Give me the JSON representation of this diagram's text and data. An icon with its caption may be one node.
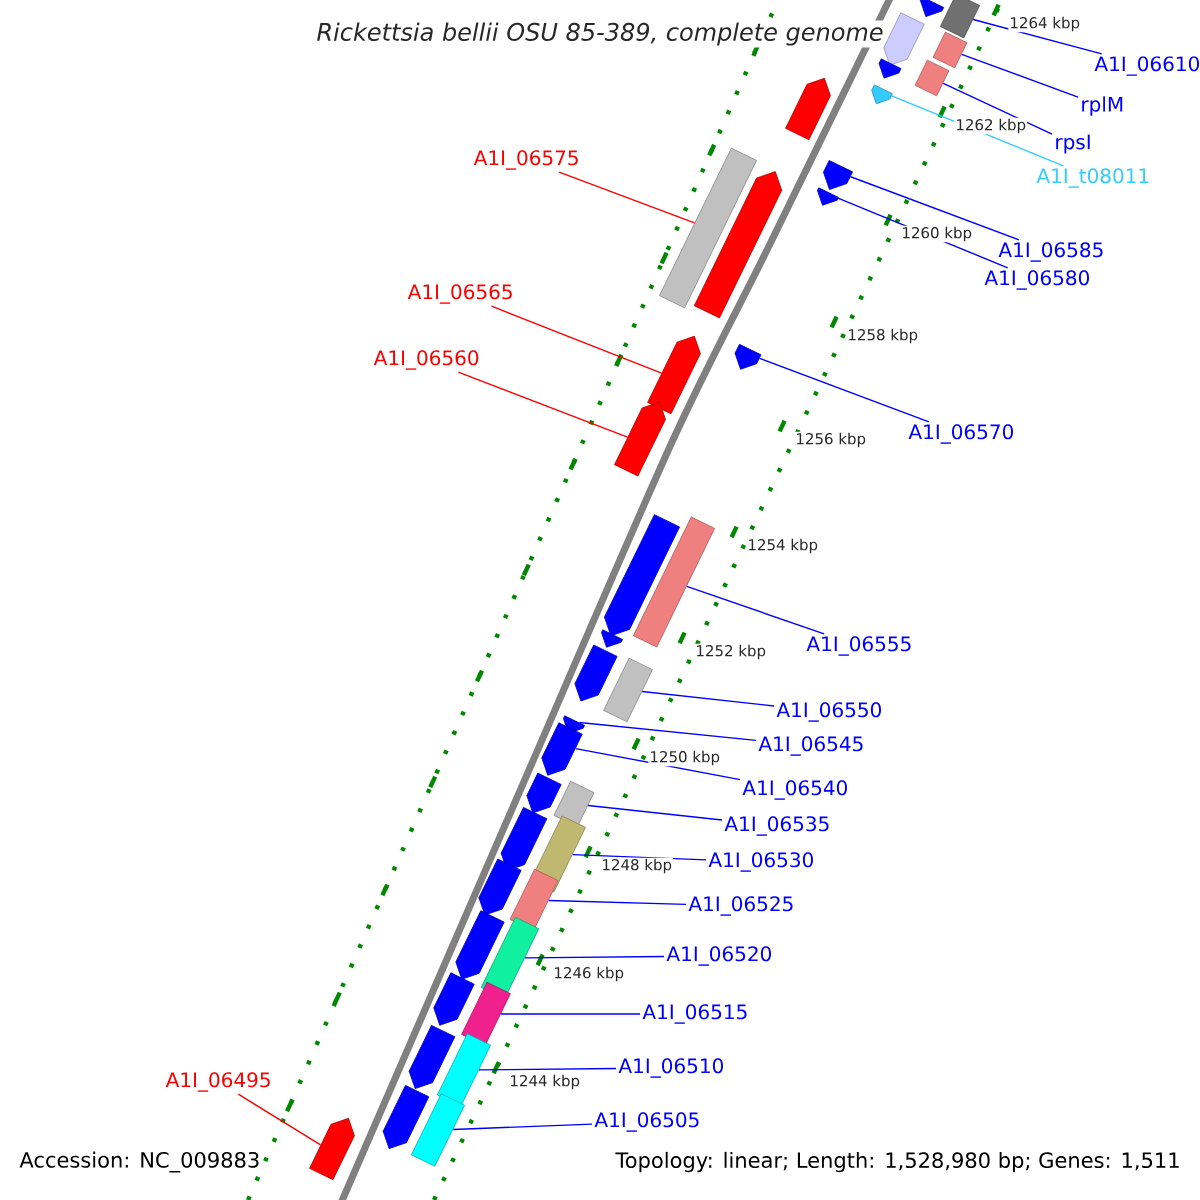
{
  "diagram": {
    "title": "Rickettsia bellii OSU 85-389, complete genome",
    "nodes": [
      {
        "text": [
          "A1I_06610"
        ]
      },
      {
        "text": [],
        "shape": "box"
      },
      {
        "text": [
          "rplM"
        ]
      },
      {
        "text": [],
        "shape": "box"
      },
      {
        "text": [
          "rpsI"
        ]
      },
      {
        "text": [],
        "shape": "box"
      },
      {
        "text": [
          "A1I_t08011"
        ]
      },
      {
        "text": [],
        "shape": "pentagon"
      },
      {
        "text": [
          "A1I_06585"
        ]
      },
      {
        "text": [],
        "shape": "pentagon"
      },
      {
        "text": [
          "A1I_06580"
        ]
      },
      {
        "text": [],
        "shape": "pentagon"
      },
      {
        "text": [
          "A1I_06575"
        ]
      },
      {
        "text": [],
        "shape": "box"
      },
      {
        "text": [
          "A1I_06565"
        ]
      },
      {
        "text": [],
        "shape": "pentagon"
      },
      {
        "text": [
          "A1I_06560"
        ]
      },
      {
        "text": [],
        "shape": "pentagon"
      },
      {
        "text": [
          "A1I_06570"
        ]
      },
      {
        "text": [],
        "shape": "pentagon"
      },
      {
        "text": [
          "A1I_06555"
        ]
      },
      {
        "text": [],
        "shape": "box"
      },
      {
        "text": [
          "A1I_06550"
        ]
      },
      {
        "text": [],
        "shape": "box"
      },
      {
        "text": [
          "A1I_06545"
        ]
      },
      {
        "text": [],
        "shape": "pentagon"
      },
      {
        "text": [
          "A1I_06540"
        ]
      },
      {
        "text": [],
        "shape": "pentagon"
      },
      {
        "text": [
          "A1I_06535"
        ]
      },
      {
        "text": [],
        "shape": "box"
      },
      {
        "text": [
          "A1I_06530"
        ]
      },
      {
        "text": [],
        "shape": "box"
      },
      {
        "text": [
          "A1I_06525"
        ]
      },
      {
        "text": [],
        "shape": "box"
      },
      {
        "text": [
          "A1I_06520"
        ]
      },
      {
        "text": [],
        "shape": "box"
      },
      {
        "text": [
          "A1I_06515"
        ]
      },
      {
        "text": [],
        "shape": "box"
      },
      {
        "text": [
          "A1I_06510"
        ]
      },
      {
        "text": [],
        "shape": "box"
      },
      {
        "text": [
          "A1I_06505"
        ]
      },
      {
        "text": [],
        "shape": "box"
      },
      {
        "text": [
          "A1I_06495"
        ]
      },
      {
        "text": [],
        "shape": "pentagon"
      },
      {
        "text": [],
        "shape": "pentagon"
      },
      {
        "text": [],
        "shape": "pentagon"
      },
      {
        "text": [],
        "shape": "pentagon"
      },
      {
        "text": [],
        "shape": "pentagon"
      },
      {
        "text": [],
        "shape": "pentagon"
      },
      {
        "text": [],
        "shape": "pentagon"
      },
      {
        "text": [],
        "shape": "pentagon"
      },
      {
        "text": [],
        "shape": "pentagon"
      },
      {
        "text": [],
        "shape": "pentagon"
      },
      {
        "text": [],
        "shape": "pentagon"
      },
      {
        "text": [],
        "shape": "pentagon"
      },
      {
        "text": [],
        "shape": "pentagon"
      },
      {
        "text": [],
        "shape": "pentagon"
      },
      {
        "text": [],
        "shape": "pentagon"
      },
      {
        "text": [],
        "shape": "pentagon"
      }
    ],
    "edges": [
      {
        "from": 0,
        "to": 1,
        "arrow": "none"
      },
      {
        "from": 2,
        "to": 3,
        "arrow": "none"
      },
      {
        "from": 4,
        "to": 5,
        "arrow": "none"
      },
      {
        "from": 6,
        "to": 7,
        "arrow": "none",
        "color": "#33ccff"
      },
      {
        "from": 8,
        "to": 9,
        "arrow": "none"
      },
      {
        "from": 10,
        "to": 11,
        "arrow": "none"
      },
      {
        "from": 12,
        "to": 13,
        "arrow": "none",
        "color": "#ff0000"
      },
      {
        "from": 14,
        "to": 15,
        "arrow": "none",
        "color": "#ff0000"
      },
      {
        "from": 16,
        "to": 17,
        "arrow": "none",
        "color": "#ff0000"
      },
      {
        "from": 18,
        "to": 19,
        "arrow": "none"
      },
      {
        "from": 20,
        "to": 21,
        "arrow": "none"
      },
      {
        "from": 22,
        "to": 23,
        "arrow": "none"
      },
      {
        "from": 24,
        "to": 25,
        "arrow": "none"
      },
      {
        "from": 26,
        "to": 27,
        "arrow": "none"
      },
      {
        "from": 28,
        "to": 29,
        "arrow": "none"
      },
      {
        "from": 30,
        "to": 31,
        "arrow": "none"
      },
      {
        "from": 32,
        "to": 33,
        "arrow": "none"
      },
      {
        "from": 34,
        "to": 35,
        "arrow": "none"
      },
      {
        "from": 36,
        "to": 37,
        "arrow": "none"
      },
      {
        "from": 38,
        "to": 39,
        "arrow": "none"
      },
      {
        "from": 40,
        "to": 41,
        "arrow": "none"
      },
      {
        "from": 42,
        "to": 43,
        "arrow": "none",
        "color": "#ff0000"
      }
    ],
    "labels": [
      "1264 kbp",
      "1262 kbp",
      "1260 kbp",
      "1258 kbp",
      "1256 kbp",
      "1254 kbp",
      "1252 kbp",
      "1250 kbp",
      "1248 kbp",
      "1246 kbp",
      "1244 kbp",
      "Accession: NC_009883",
      "Topology: linear; Length: 1,528,980 bp; Genes: 1,511"
    ]
  }
}
